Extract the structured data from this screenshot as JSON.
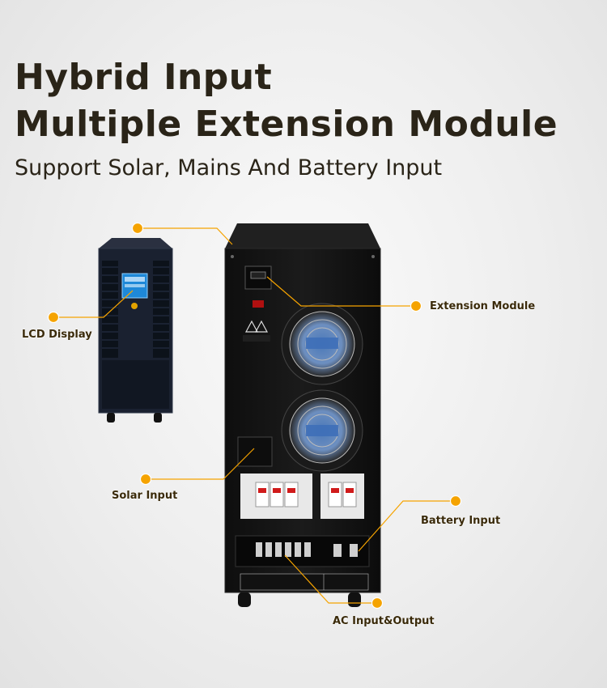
{
  "headline": {
    "line1": "Hybrid Input",
    "line2": "Multiple Extension Module",
    "subtitle": "Support Solar, Mains And Battery Input"
  },
  "callouts": {
    "lcd": "LCD Display",
    "extension": "Extension Module",
    "solar": "Solar Input",
    "battery": "Battery Input",
    "ac": "AC Input&Output"
  },
  "colors": {
    "accent": "#f5a300",
    "cabinet": "#161616",
    "small_cabinet": "#1c2433",
    "headline": "#2a2418"
  }
}
